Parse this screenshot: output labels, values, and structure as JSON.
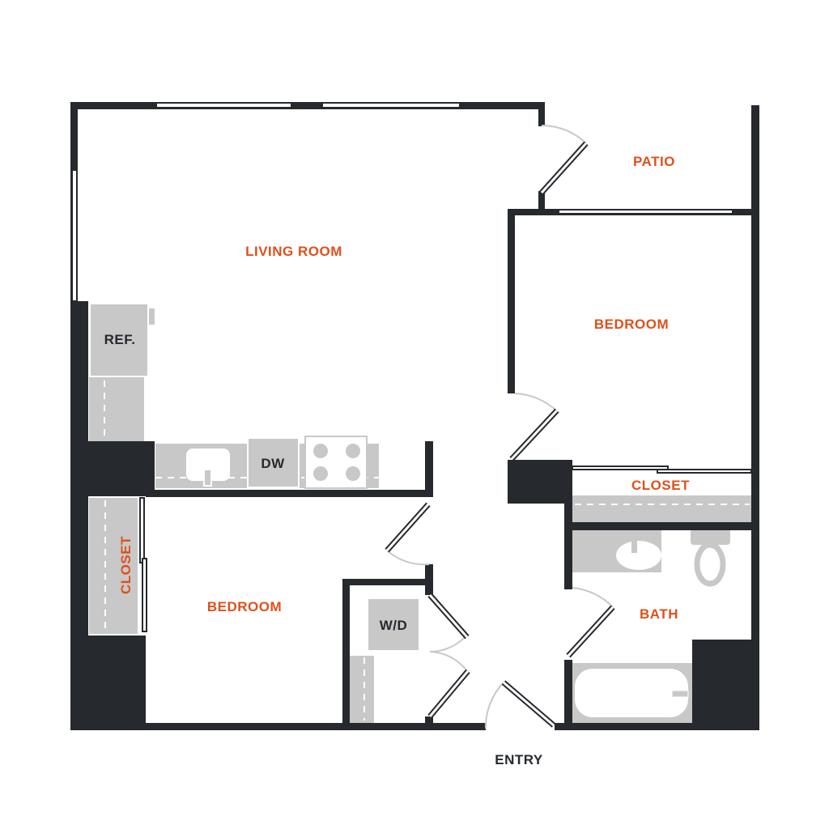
{
  "colors": {
    "wall": "#26292e",
    "room_label": "#e0501a",
    "fixture": "#c8c8c8"
  },
  "rooms": {
    "living_room": "LIVING ROOM",
    "patio": "PATIO",
    "bedroom_1": "BEDROOM",
    "bedroom_2": "BEDROOM",
    "closet_1": "CLOSET",
    "closet_2": "CLOSET",
    "bath": "BATH",
    "entry": "ENTRY"
  },
  "fixtures": {
    "refrigerator": "REF.",
    "dishwasher": "DW",
    "washer_dryer": "W/D"
  }
}
